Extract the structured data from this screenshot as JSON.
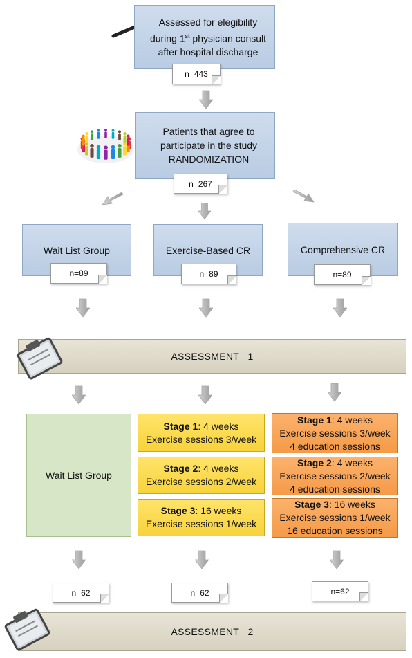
{
  "screening": {
    "line1": "Assessed for elegibility",
    "line2_pre": "during 1",
    "line2_sup": "st",
    "line2_post": " physician consult",
    "line3": "after hospital discharge",
    "n": "n=443"
  },
  "randomization": {
    "line1": "Patients that agree to",
    "line2": "participate in the study",
    "line3": "RANDOMIZATION",
    "n": "n=267"
  },
  "groups": [
    {
      "label": "Wait List Group",
      "n": "n=89"
    },
    {
      "label": "Exercise-Based CR",
      "n": "n=89"
    },
    {
      "label": "Comprehensive CR",
      "n": "n=89"
    }
  ],
  "assessment1": "ASSESSMENT   1",
  "assessment2": "ASSESSMENT   2",
  "waitlist_box": "Wait List Group",
  "exercise_stages": [
    {
      "stage": "Stage 1",
      "duration": ": 4 weeks",
      "line2": "Exercise sessions 3/week"
    },
    {
      "stage": "Stage 2",
      "duration": ": 4 weeks",
      "line2": "Exercise sessions 2/week"
    },
    {
      "stage": "Stage 3",
      "duration": ": 16 weeks",
      "line2": "Exercise sessions 1/week"
    }
  ],
  "comprehensive_stages": [
    {
      "stage": "Stage 1",
      "duration": ": 4 weeks",
      "line2": "Exercise sessions 3/week",
      "line3": "4 education sessions"
    },
    {
      "stage": "Stage 2",
      "duration": ": 4 weeks",
      "line2": "Exercise sessions 2/week",
      "line3": "4 education sessions"
    },
    {
      "stage": "Stage 3",
      "duration": ": 16 weeks",
      "line2": "Exercise sessions 1/week",
      "line3": "16 education sessions"
    }
  ],
  "final_n": [
    "n=62",
    "n=62",
    "n=62"
  ],
  "colors": {
    "blue_box": "#c4d4e8",
    "assessment_bar": "#ddd8c6",
    "wait_list_green": "#d8e6c8",
    "exercise_yellow": "#f9d94a",
    "comprehensive_orange": "#f7a455",
    "arrow_gray": "#bdbdbd"
  },
  "icons": [
    "magnifier-icon",
    "people-circle-icon",
    "clipboard-icon",
    "arrow-down-icon"
  ]
}
